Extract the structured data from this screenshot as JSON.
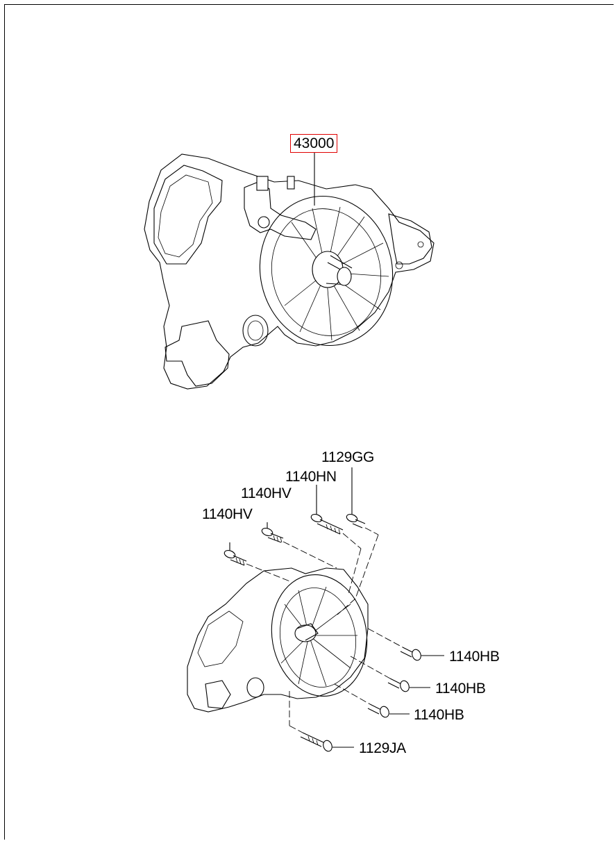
{
  "assembly_label": "43000",
  "highlight_color": "#e00000",
  "bolt_labels": {
    "top_gg": "1129GG",
    "top_hn": "1140HN",
    "top_hv_1": "1140HV",
    "top_hv_2": "1140HV",
    "right_hb_1": "1140HB",
    "right_hb_2": "1140HB",
    "right_hb_3": "1140HB",
    "bottom_ja": "1129JA"
  }
}
